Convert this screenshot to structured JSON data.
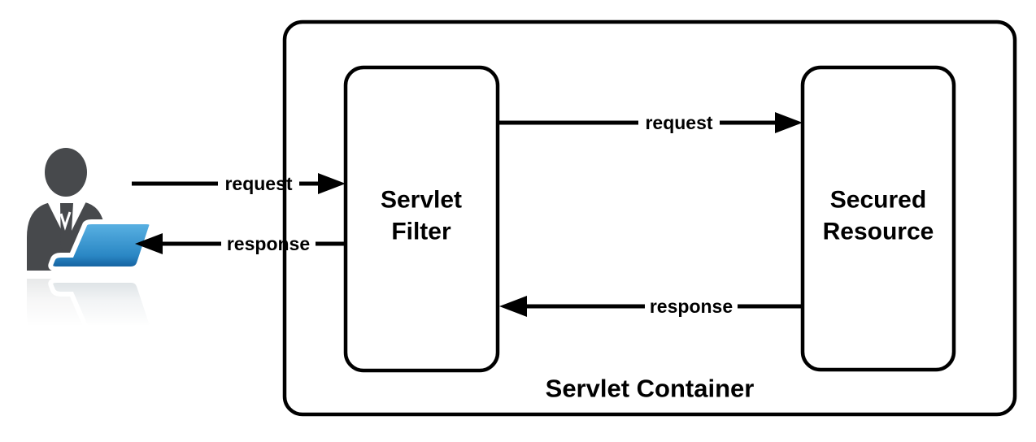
{
  "container": {
    "label": "Servlet Container"
  },
  "nodes": {
    "servlet_filter": {
      "line1": "Servlet",
      "line2": "Filter"
    },
    "secured_resource": {
      "line1": "Secured",
      "line2": "Resource"
    }
  },
  "arrows": {
    "client_request": {
      "label": "request"
    },
    "client_response": {
      "label": "response"
    },
    "filter_request": {
      "label": "request"
    },
    "resource_response": {
      "label": "response"
    }
  },
  "icons": {
    "user": "user-with-laptop-icon"
  },
  "colors": {
    "line": "#000000",
    "text": "#000000",
    "background": "#ffffff",
    "person_gray": "#47494c",
    "laptop_gradient": [
      "#5cb3e4",
      "#2a87c4",
      "#1a6aa8",
      "#15639f"
    ],
    "reflection_gray": "#a9b0b4"
  }
}
